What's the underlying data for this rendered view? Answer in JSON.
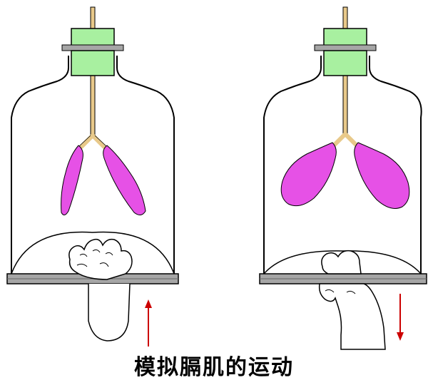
{
  "caption": "模拟膈肌的运动",
  "colors": {
    "background": "#ffffff",
    "outline": "#000000",
    "stopper": "#a8f0a0",
    "plate": "#a6a6a6",
    "tube": "#e8c98a",
    "lung": "#e651e6",
    "arrow": "#cc0000"
  },
  "panels": [
    {
      "id": "left",
      "state": "diaphragm pushed up, lungs deflated",
      "arrow_direction": "up"
    },
    {
      "id": "right",
      "state": "diaphragm pulled down, lungs inflated",
      "arrow_direction": "down"
    }
  ]
}
